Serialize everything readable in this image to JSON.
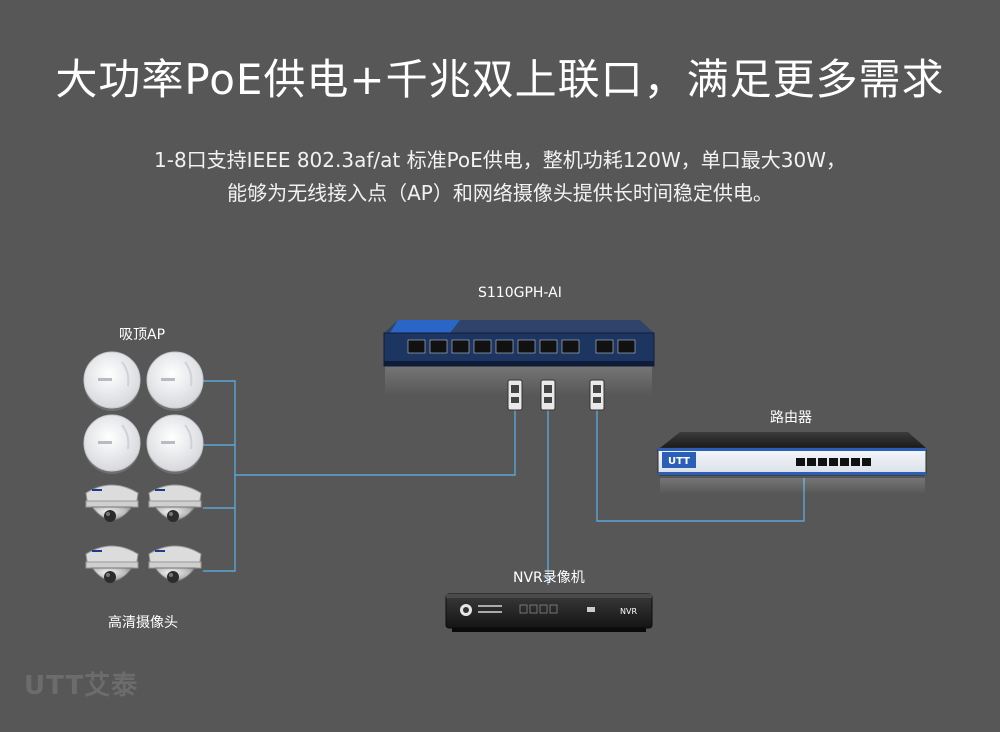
{
  "headline": "大功率PoE供电+千兆双上联口，满足更多需求",
  "description": {
    "line1": "1-8口支持IEEE 802.3af/at 标准PoE供电，整机功耗120W，单口最大30W，",
    "line2": "能够为无线接入点（AP）和网络摄像头提供长时间稳定供电。"
  },
  "devices": {
    "switch_label": "S110GPH-AI",
    "ap_label": "吸顶AP",
    "camera_label": "高清摄像头",
    "router_label": "路由器",
    "nvr_label": "NVR录像机"
  },
  "router_panel": {
    "brand": "UTT"
  },
  "nvr_panel": {
    "text": "NVR"
  },
  "brand_mark": "UTT艾泰",
  "colors": {
    "background": "#585757",
    "link_line": "#5aa6d6",
    "switch_blue": "#1c3a6e"
  }
}
